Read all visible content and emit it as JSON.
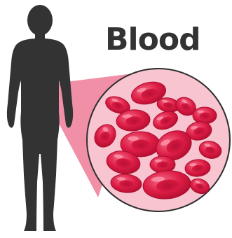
{
  "title": "Blood",
  "colors": {
    "silhouette": "#333333",
    "zoom_cone": "#f08fa5",
    "circle_fill": "#f7c4cf",
    "circle_stroke": "#2f2f2f",
    "cell_base": "#d8173e",
    "cell_light": "#f04d6f",
    "cell_dark": "#a80b2b"
  },
  "illustration": {
    "subject": "human-silhouette",
    "zoomed_view": "red-blood-cells"
  }
}
